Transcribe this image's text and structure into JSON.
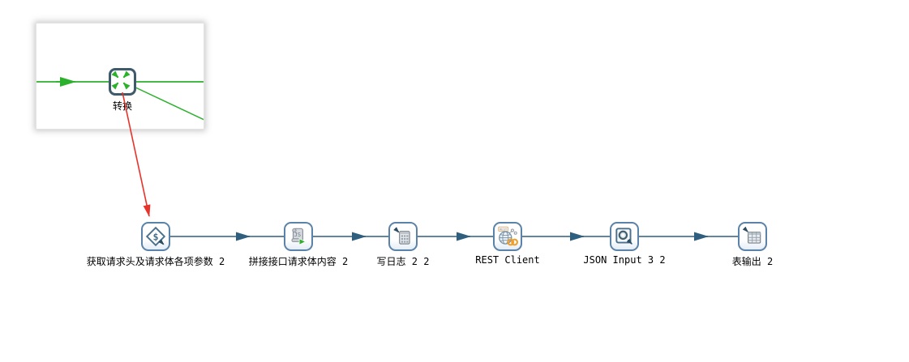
{
  "preview_panel": {
    "node": {
      "label": "转换",
      "icon": "collapse-arrows-icon"
    }
  },
  "pipeline": {
    "steps": [
      {
        "label": "获取请求头及请求体各项参数 2",
        "icon": "get-variables-icon"
      },
      {
        "label": "拼接接口请求体内容 2",
        "icon": "javascript-script-icon"
      },
      {
        "label": "写日志 2 2",
        "icon": "write-to-log-icon"
      },
      {
        "label": "REST Client",
        "icon": "rest-client-icon"
      },
      {
        "label": "JSON Input 3 2",
        "icon": "json-input-icon"
      },
      {
        "label": "表输出 2",
        "icon": "table-output-icon"
      }
    ],
    "connections": [
      {
        "from": "获取请求头及请求体各项参数 2",
        "to": "拼接接口请求体内容 2",
        "type": "hop"
      },
      {
        "from": "拼接接口请求体内容 2",
        "to": "写日志 2 2",
        "type": "hop"
      },
      {
        "from": "写日志 2 2",
        "to": "REST Client",
        "type": "hop"
      },
      {
        "from": "REST Client",
        "to": "JSON Input 3 2",
        "type": "hop"
      },
      {
        "from": "JSON Input 3 2",
        "to": "表输出 2",
        "type": "hop"
      },
      {
        "from": "转换",
        "to": "获取请求头及请求体各项参数 2",
        "type": "error-link"
      }
    ]
  },
  "colors": {
    "hop_line": "#2e5f7f",
    "flow_line_green": "#2bb12b",
    "error_line_red": "#e8322a",
    "step_border": "#5b82a8",
    "node_border": "#3e5a6b",
    "rest_rings_orange": "#f09e28"
  }
}
